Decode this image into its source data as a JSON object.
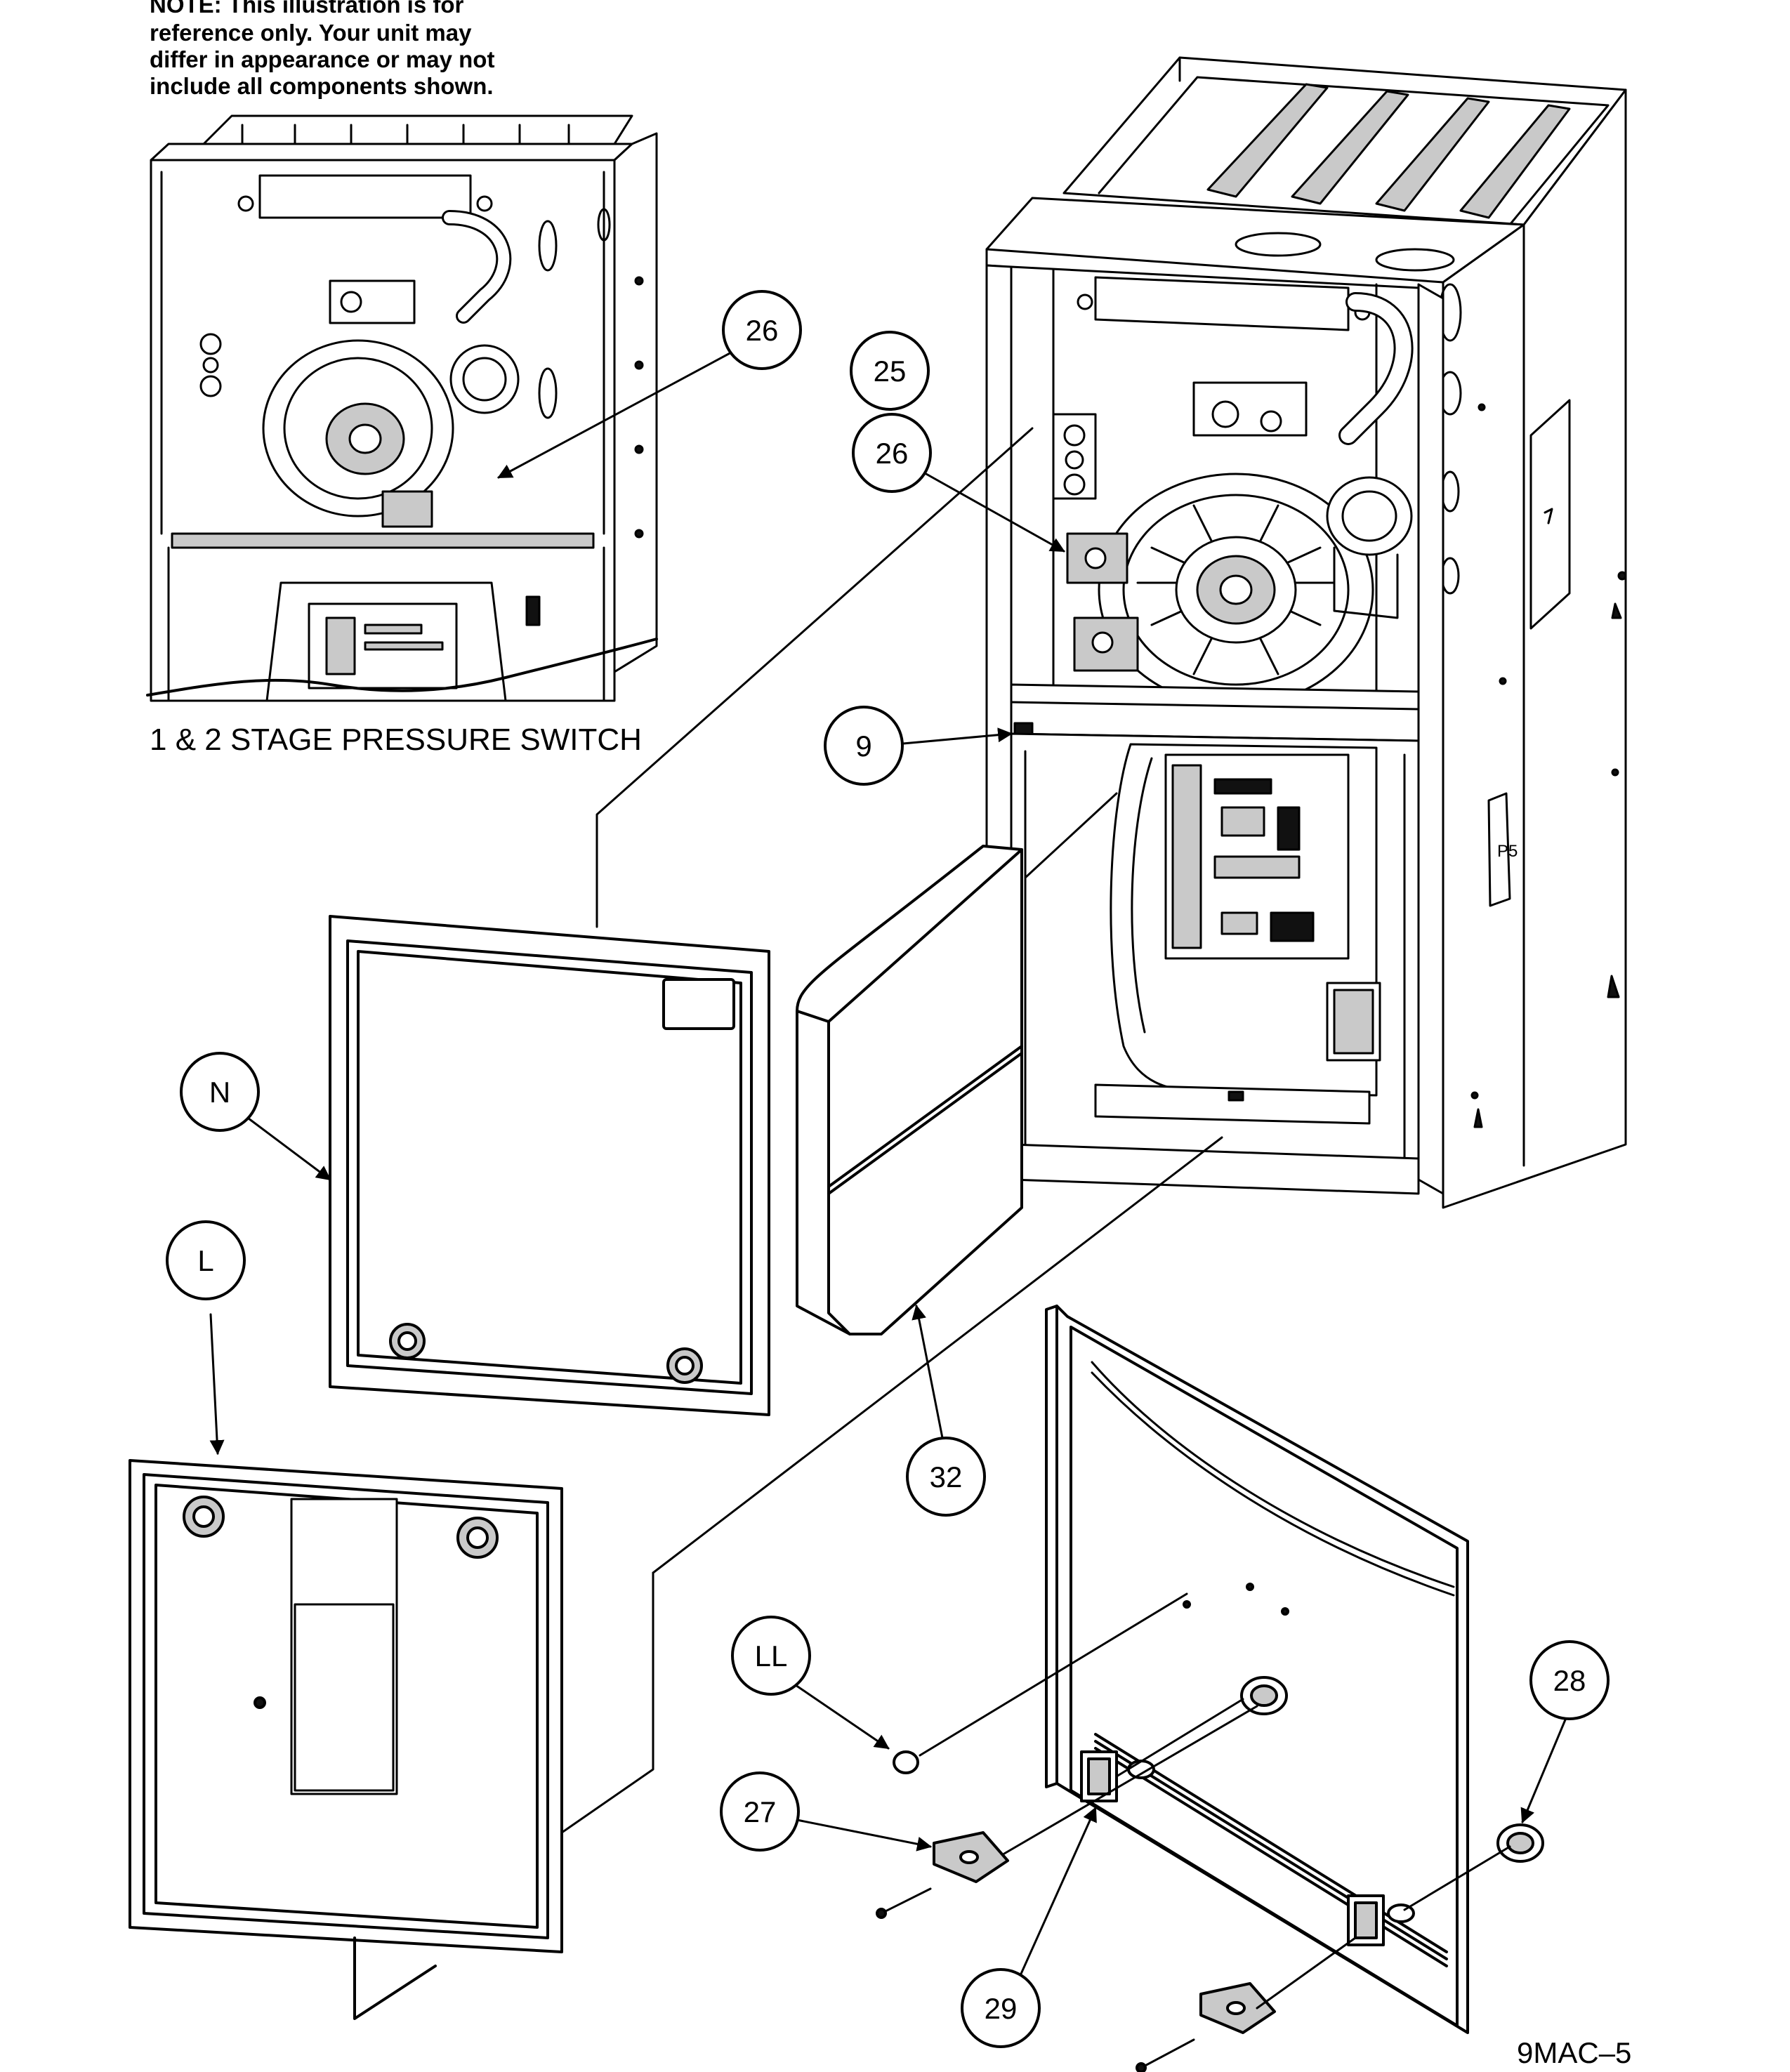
{
  "note": {
    "lines": [
      "NOTE: This illustration is for",
      "reference only. Your unit may",
      "differ in appearance or may not",
      "include all components shown."
    ]
  },
  "caption": "1 & 2 STAGE PRESSURE SWITCH",
  "drawing_code": "9MAC–5",
  "callouts": [
    "26",
    "25",
    "26",
    "9",
    "N",
    "L",
    "32",
    "LL",
    "27",
    "28",
    "29"
  ],
  "colors": {
    "line": "#000000",
    "background": "#ffffff"
  }
}
